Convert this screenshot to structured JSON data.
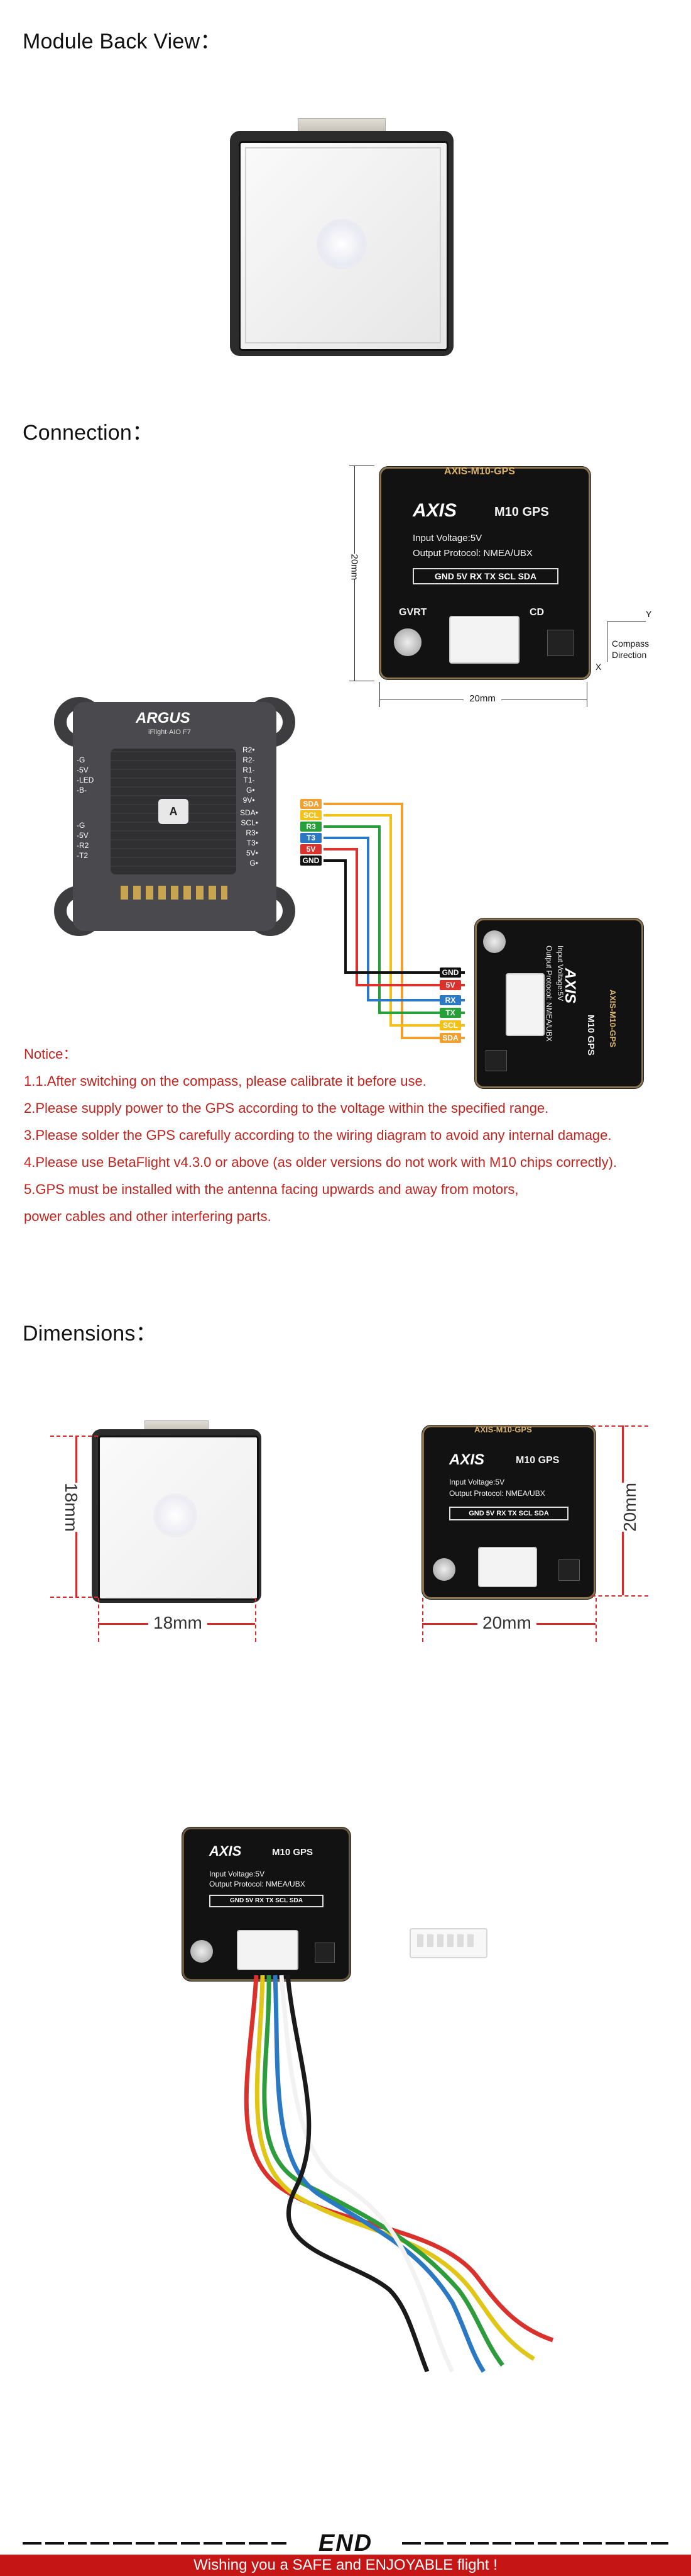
{
  "sections": {
    "back_view_title": "Module Back View：",
    "connection_title": "Connection：",
    "dimensions_title": "Dimensions："
  },
  "gps_board": {
    "brand": "AXIS",
    "model": "M10 GPS",
    "label_top": "AXIS-M10-GPS",
    "voltage": "Input Voltage:5V",
    "protocol": "Output Protocol:  NMEA/UBX",
    "pins": "GND 5V RX TX SCL SDA",
    "gvrt": "GVRT",
    "cd": "CD"
  },
  "connection": {
    "dim_vertical": "20mm",
    "dim_horizontal": "20mm",
    "compass_label_line1": "Compass",
    "compass_label_line2": "Direction",
    "axis_y": "Y",
    "axis_x": "X",
    "fc_brand": "ARGUS",
    "fc_sub": "iFlight·AIO F7",
    "fc_right_pads": [
      "R2•",
      "R2-",
      "R1-",
      "T1-",
      "G•",
      "9V•"
    ],
    "fc_left_pads": [
      "-G",
      "-5V",
      "-LED",
      "-B-"
    ],
    "fc_left_pads2": [
      "-G",
      "-5V",
      "-R2",
      "-T2"
    ],
    "fc_right_pads2": [
      "SDA•",
      "SCL•",
      "R3•",
      "T3•",
      "5V•",
      "G•"
    ],
    "wire_tags_left": [
      "SDA",
      "SCL",
      "R3",
      "T3",
      "5V",
      "GND"
    ],
    "wire_tags_right": [
      "GND",
      "5V",
      "RX",
      "TX",
      "SCL",
      "SDA"
    ],
    "wire_colors": {
      "sda": "#f0a030",
      "scl": "#f3c21a",
      "r3": "#27a039",
      "t3": "#2b79c2",
      "v5": "#d9322c",
      "gnd": "#111111"
    }
  },
  "notice": {
    "title": "Notice：",
    "lines": [
      "1.1.After switching on the compass, please calibrate it before use.",
      "2.Please supply power to the GPS according to the voltage within the specified range.",
      "3.Please solder the GPS carefully according to the wiring diagram to avoid any internal damage.",
      "4.Please use BetaFlight v4.3.0 or above (as older versions do not work with M10 chips correctly).",
      "5.GPS must be installed with the antenna facing upwards and away from motors,",
      "power cables and other interfering parts."
    ]
  },
  "dimensions": {
    "left_vertical": "18mm",
    "left_horizontal": "18mm",
    "right_vertical": "20mm",
    "right_horizontal": "20mm"
  },
  "footer": {
    "end_label": "END",
    "tagline": "Wishing you a SAFE and ENJOYABLE flight !"
  },
  "colors": {
    "notice_red": "#c0241f",
    "dimension_red": "#d42a2a",
    "footer_red": "#c51515",
    "board_black": "#121212"
  }
}
